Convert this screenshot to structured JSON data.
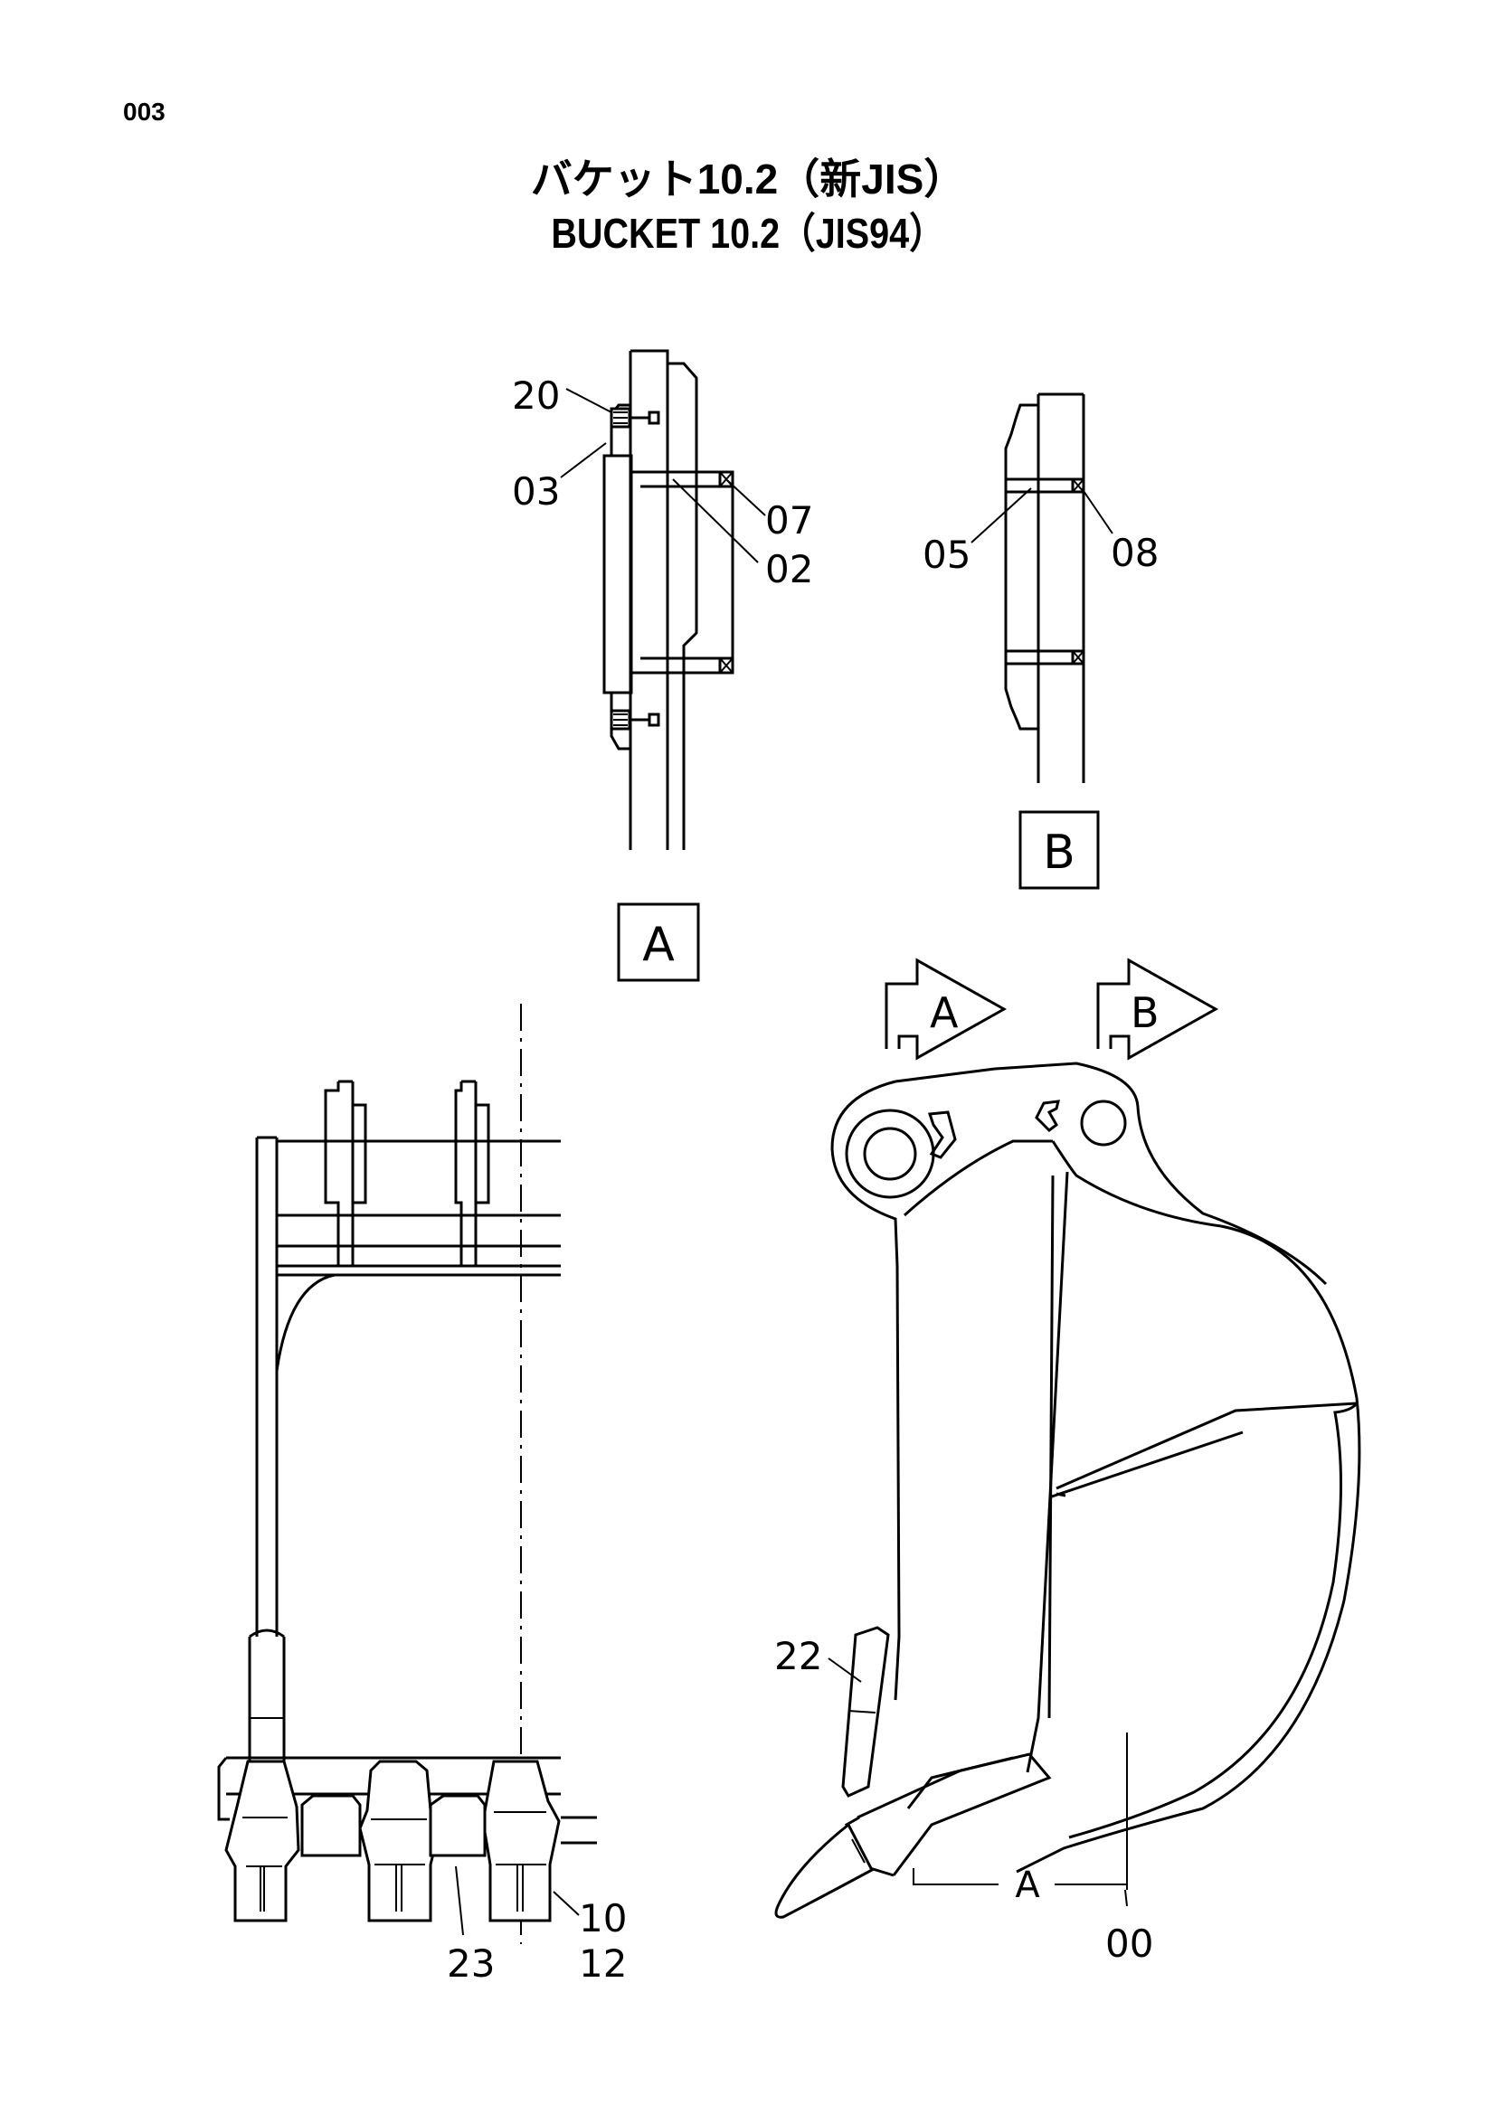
{
  "page": {
    "number": "003"
  },
  "title": {
    "japanese": "バケット10.2（新JIS）",
    "english": "BUCKET 10.2（JIS94）"
  },
  "detail_a": {
    "tag": "A",
    "callouts": {
      "c20": "20",
      "c03": "03",
      "c07": "07",
      "c02": "02"
    }
  },
  "detail_b": {
    "tag": "B",
    "callouts": {
      "c05": "05",
      "c08": "08"
    }
  },
  "view_arrows": {
    "a": "A",
    "b": "B"
  },
  "front_view": {
    "callouts": {
      "c10": "10",
      "c12": "12",
      "c23": "23"
    }
  },
  "side_view": {
    "callouts": {
      "c22": "22",
      "c00": "00"
    },
    "dimension_label": "A"
  }
}
